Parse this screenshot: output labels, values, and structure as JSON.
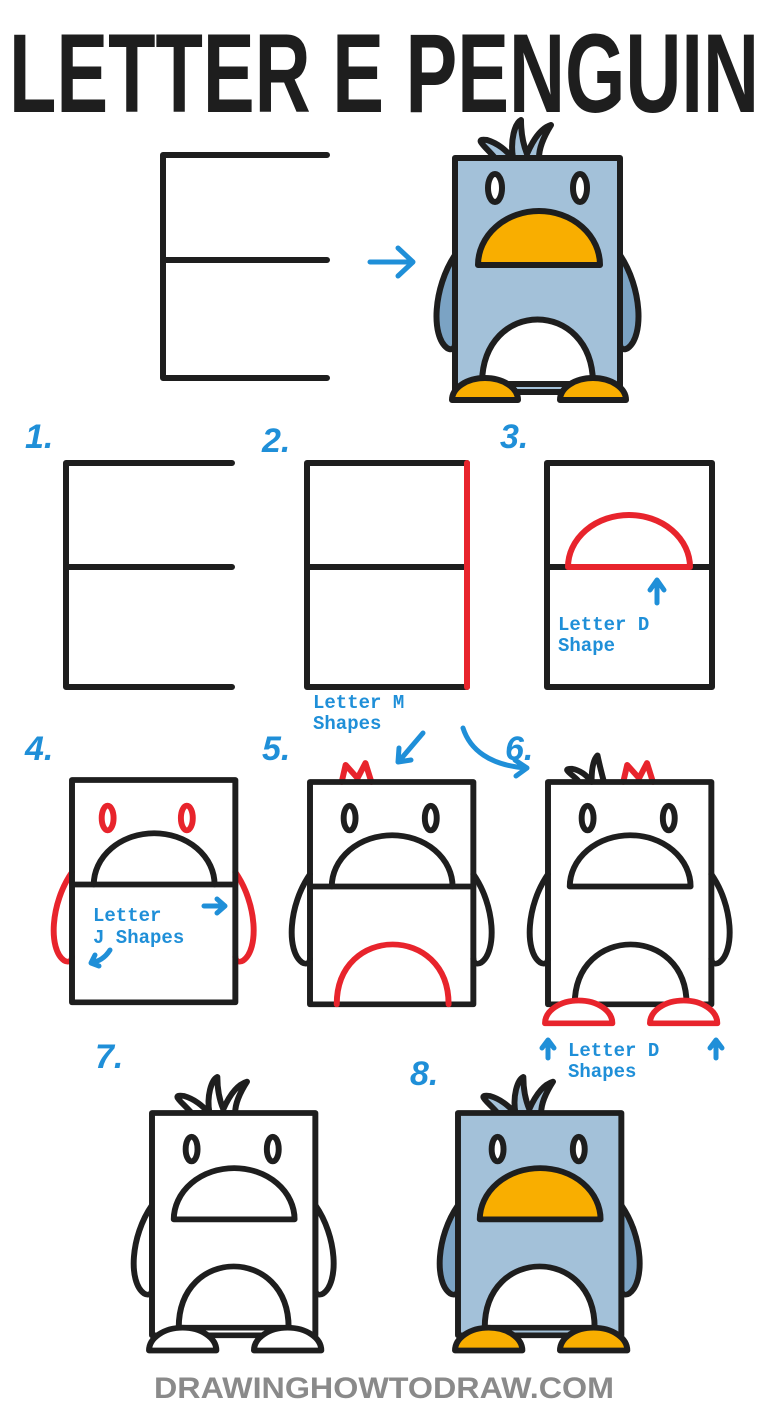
{
  "title": "LETTER E PENGUIN",
  "steps": [
    "1.",
    "2.",
    "3.",
    "4.",
    "5.",
    "6.",
    "7.",
    "8."
  ],
  "notes": {
    "step3_line1": "Letter  D",
    "step3_line2": "Shape",
    "step4_line1": "Letter",
    "step4_line2": "J Shapes",
    "step5_line1": "Letter  M",
    "step5_line2": "Shapes",
    "step6_line1": "Letter  D",
    "step6_line2": "Shapes"
  },
  "footer": "DRAWINGHOWTODRAW.COM",
  "colors": {
    "body": "#a3c1d9",
    "wing": "#7ba3c4",
    "beak": "#f9ae00",
    "highlight": "#e8242c",
    "annotation": "#1f8fd8",
    "ink": "#1e1e1e"
  }
}
